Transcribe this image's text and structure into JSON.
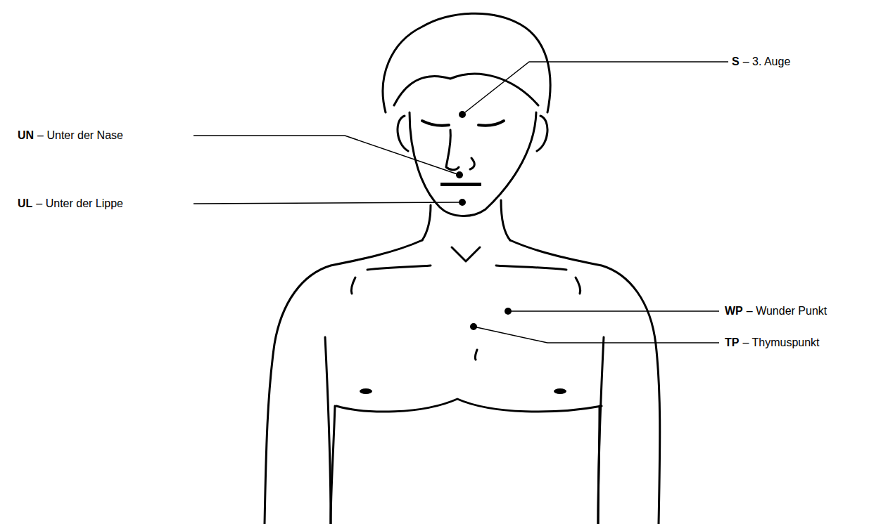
{
  "diagram": {
    "labels": [
      "S",
      "– 3. Auge",
      "UN",
      "– Unter der Nase",
      "UL",
      "– Unter der Lippe",
      "WP",
      "– Wunder Punkt",
      "TP",
      "– Thymuspunkt"
    ]
  }
}
